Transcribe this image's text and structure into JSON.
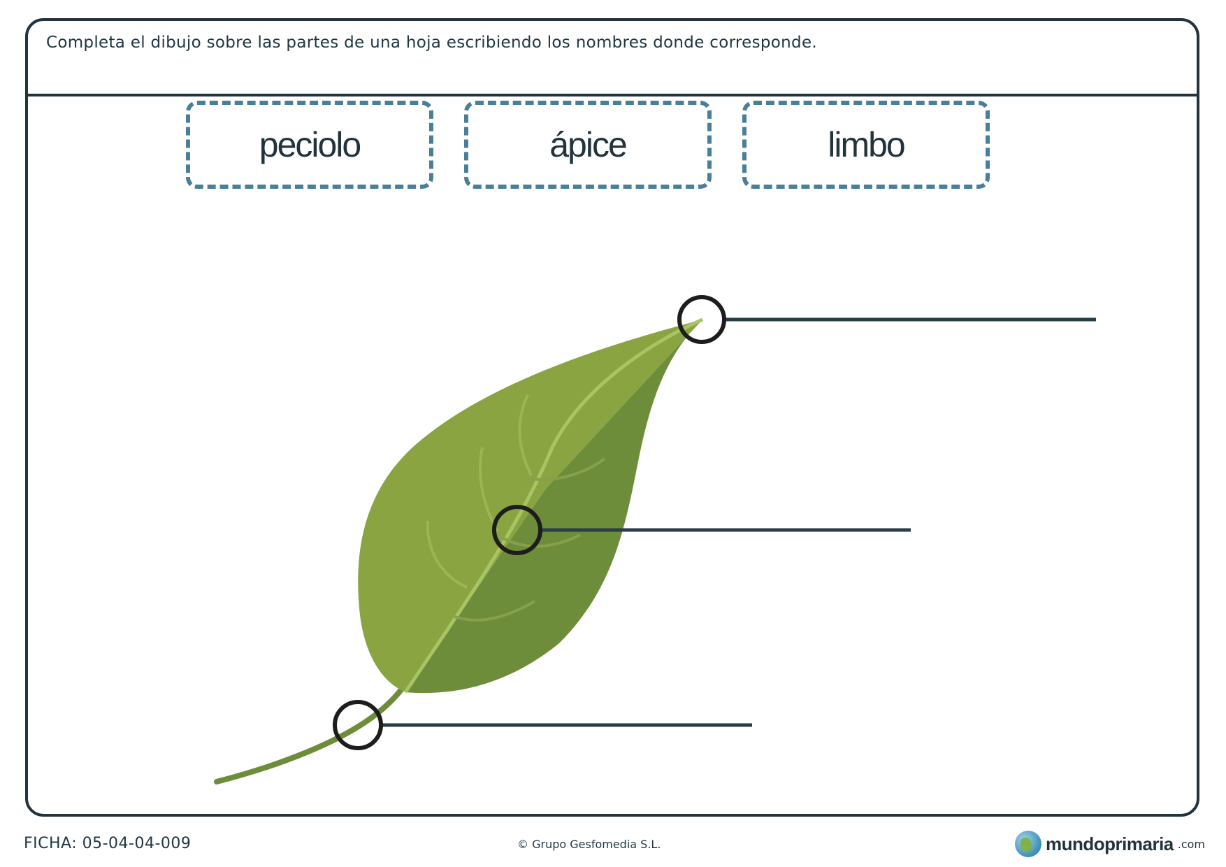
{
  "instruction": "Completa el dibujo sobre las partes de una hoja escribiendo los nombres donde corresponde.",
  "word_bank": [
    "peciolo",
    "ápice",
    "limbo"
  ],
  "diagram": {
    "subject": "leaf",
    "colors": {
      "leaf_light": "#8ba442",
      "leaf_dark": "#6e8d3b",
      "vein": "#a9c463",
      "stem": "#6e8d3b",
      "marker": "#1d1d1d",
      "answer_line": "#2a3e47"
    },
    "answer_lines": [
      {
        "target": "apex-point",
        "value": ""
      },
      {
        "target": "blade-point",
        "value": ""
      },
      {
        "target": "petiole-point",
        "value": ""
      }
    ]
  },
  "footer": {
    "ficha": "FICHA: 05-04-04-009",
    "copyright": "© Grupo Gesfomedia S.L.",
    "logo_main": "mundoprimaria",
    "logo_suffix": ".com"
  },
  "colors": {
    "border": "#22333d",
    "dashed_box": "#4a7f99",
    "text": "#1f3642"
  }
}
